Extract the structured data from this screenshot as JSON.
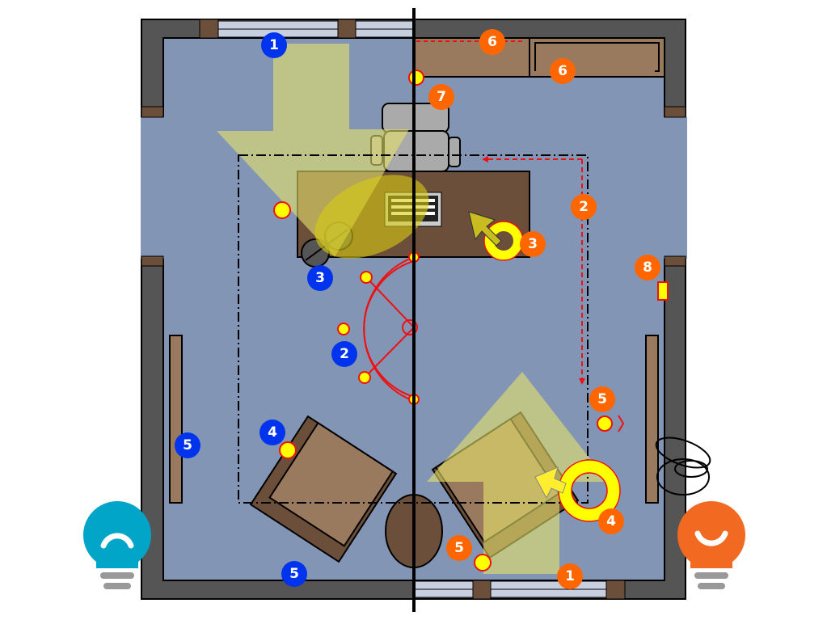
{
  "colors": {
    "floor": "#8395b5",
    "wall": "#555555",
    "wood_dark": "#6b4f3a",
    "wood_light": "#9a7a5e",
    "glass": "#c8d0e0",
    "light_yellow": "#d8d45a",
    "marker_blue": "#0033ee",
    "marker_orange": "#ff6600",
    "path_red": "#ee1111",
    "bulb_left": "#00a5c8",
    "bulb_right": "#f26a22"
  },
  "markers_blue": [
    {
      "label": "1"
    },
    {
      "label": "2"
    },
    {
      "label": "3"
    },
    {
      "label": "4"
    },
    {
      "label": "5"
    },
    {
      "label": "5"
    }
  ],
  "markers_orange": [
    {
      "label": "1"
    },
    {
      "label": "2"
    },
    {
      "label": "3"
    },
    {
      "label": "4"
    },
    {
      "label": "5"
    },
    {
      "label": "5"
    },
    {
      "label": "6"
    },
    {
      "label": "6"
    },
    {
      "label": "7"
    },
    {
      "label": "8"
    }
  ],
  "icons": {
    "left_bulb": "lightbulb-icon",
    "right_bulb": "lightbulb-icon"
  }
}
